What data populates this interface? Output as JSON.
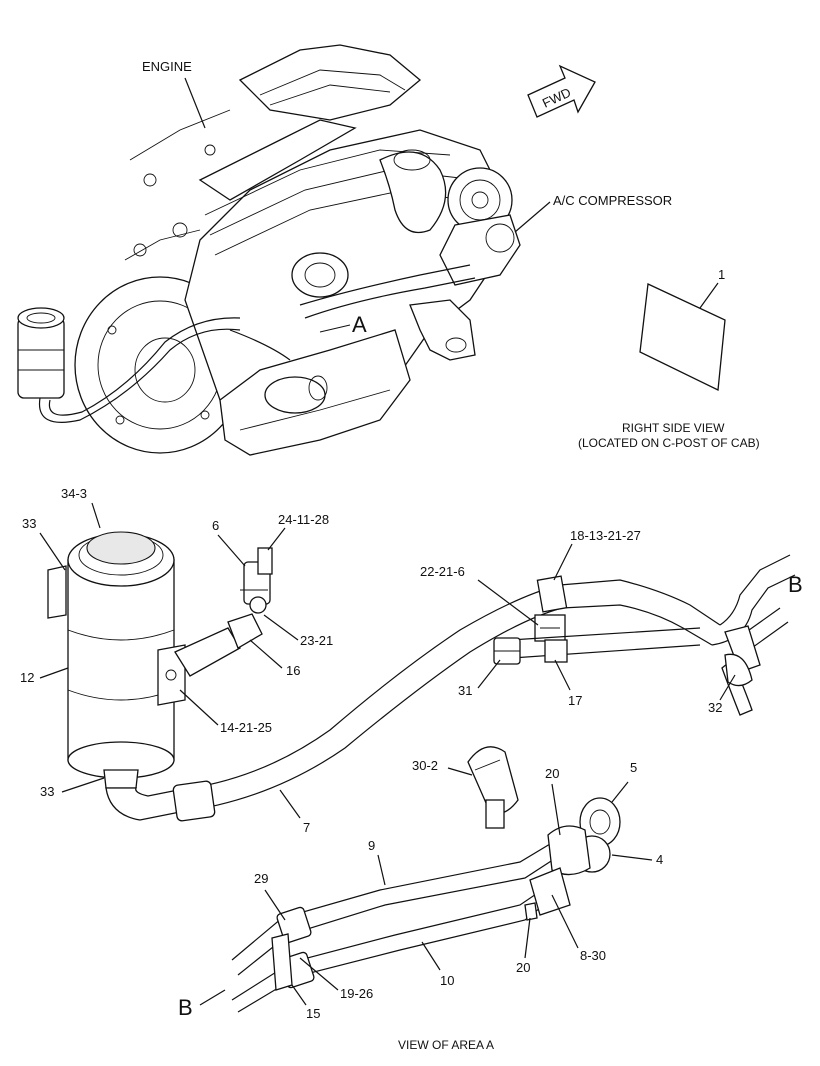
{
  "labels": {
    "engine": "ENGINE",
    "fwd": "FWD",
    "ac_compressor": "A/C COMPRESSOR",
    "area_a": "A",
    "callout_1": "1",
    "right_side_view": "RIGHT SIDE VIEW",
    "located_on": "(LOCATED ON C-POST OF CAB)",
    "p34_3": "34-3",
    "p33_top": "33",
    "p6": "6",
    "p24_11_28": "24-11-28",
    "p18_13_21_27": "18-13-21-27",
    "p22_21_6": "22-21-6",
    "b_right": "B",
    "p12": "12",
    "p23_21": "23-21",
    "p16": "16",
    "p14_21_25": "14-21-25",
    "p31": "31",
    "p17": "17",
    "p32": "32",
    "p33_bottom": "33",
    "p30_2": "30-2",
    "p20_top": "20",
    "p5": "5",
    "p7": "7",
    "p9": "9",
    "p4": "4",
    "p29": "29",
    "p20_bottom": "20",
    "p8_30": "8-30",
    "p10": "10",
    "b_left": "B",
    "p19_26": "19-26",
    "p15": "15",
    "view_of_area_a": "VIEW OF AREA A"
  },
  "icons": [
    "engine-illustration",
    "fwd-arrow-icon",
    "decal-icon",
    "receiver-drier-icon",
    "hose-assembly-icon",
    "clip-icon",
    "connector-icon"
  ]
}
